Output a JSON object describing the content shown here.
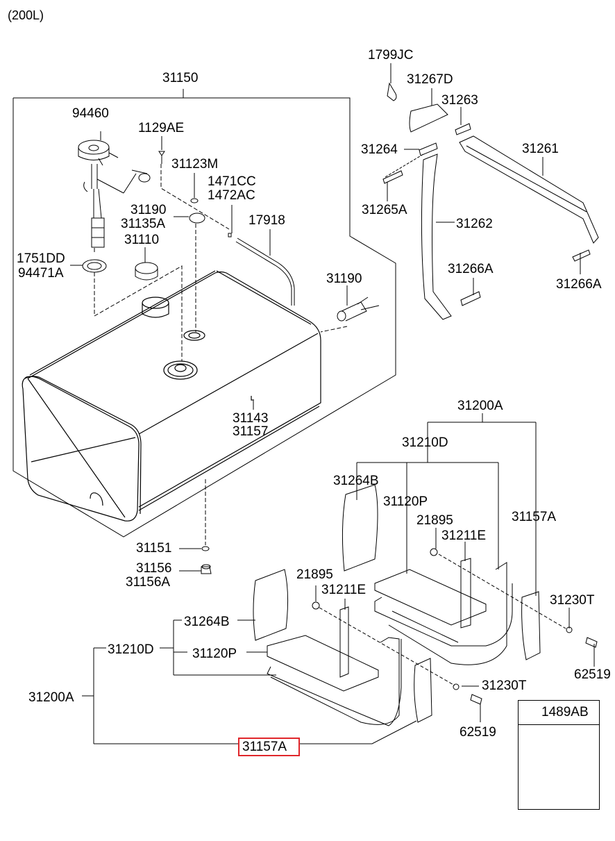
{
  "diagram": {
    "variant_label": "(200L)",
    "highlight_color": "#e0262b",
    "labels": {
      "p31150": "31150",
      "p94460": "94460",
      "p1129AE": "1129AE",
      "p31123M": "31123M",
      "p1471CC": "1471CC",
      "p1472AC": "1472AC",
      "p31190a": "31190",
      "p31135A": "31135A",
      "p17918": "17918",
      "p31110": "31110",
      "p1751DD": "1751DD",
      "p94471A": "94471A",
      "p31190b": "31190",
      "p31143": "31143",
      "p31157": "31157",
      "p31151": "31151",
      "p31156": "31156",
      "p31156A": "31156A",
      "p1799JC": "1799JC",
      "p31267D": "31267D",
      "p31263": "31263",
      "p31264": "31264",
      "p31261": "31261",
      "p31265A": "31265A",
      "p31262": "31262",
      "p31266Aa": "31266A",
      "p31266Ab": "31266A",
      "p31200A_r": "31200A",
      "p31210D_r": "31210D",
      "p31264B_r": "31264B",
      "p31120P_r": "31120P",
      "p21895_r": "21895",
      "p31211E_r": "31211E",
      "p31157A_r": "31157A",
      "p31230T_r": "31230T",
      "p62519_r": "62519",
      "p21895_l": "21895",
      "p31211E_l": "31211E",
      "p31264B_l": "31264B",
      "p31210D_l": "31210D",
      "p31120P_l": "31120P",
      "p31200A_l": "31200A",
      "p31230T_l": "31230T",
      "p62519_l": "62519",
      "p31157A_l": "31157A",
      "p1489AB": "1489AB"
    }
  }
}
